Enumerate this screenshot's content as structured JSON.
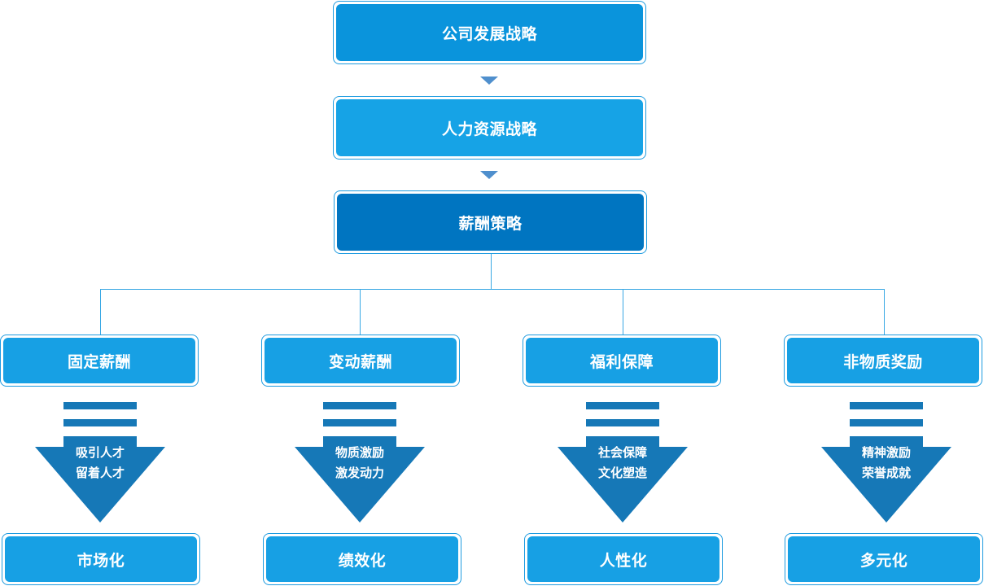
{
  "nodes": {
    "company_strategy": "公司发展战略",
    "hr_strategy": "人力资源战略",
    "pay_strategy": "薪酬策略"
  },
  "columns": [
    {
      "category": "固定薪酬",
      "detail1": "吸引人才",
      "detail2": "留着人才",
      "result": "市场化"
    },
    {
      "category": "变动薪酬",
      "detail1": "物质激励",
      "detail2": "激发动力",
      "result": "绩效化"
    },
    {
      "category": "福利保障",
      "detail1": "社会保障",
      "detail2": "文化塑造",
      "result": "人性化"
    },
    {
      "category": "非物质奖励",
      "detail1": "精神激励",
      "detail2": "荣誉成就",
      "result": "多元化"
    }
  ],
  "colors": {
    "primary": "#0a94dc",
    "strategy": "#0075c1",
    "arrow": "#1678b7",
    "connector": "#39a8e4"
  }
}
